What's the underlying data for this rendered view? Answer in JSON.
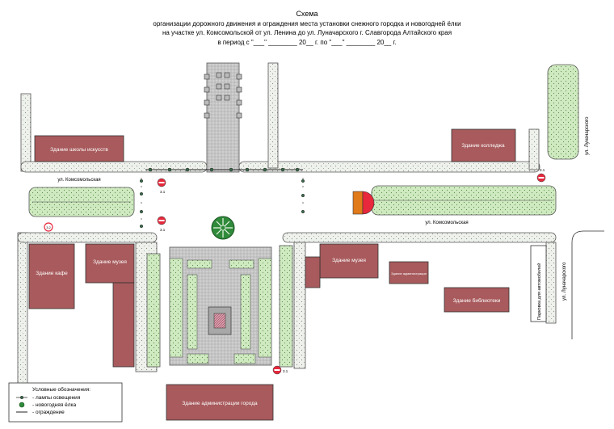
{
  "title": {
    "line1": "Схема",
    "line2": "организации дорожного движения и ограждения места установки снежного городка и новогодней ёлки",
    "line3": "на участке ул. Комсомольской от ул. Ленина до ул. Луначарского г. Славгорода Алтайского края",
    "line4": "в период с \"___\" ________ 20__ г. по \"___\" ________ 20__ г."
  },
  "buildings": {
    "art_school": "Здание школы искусств",
    "college": "Здание колледжа",
    "cafe": "Здание кафе",
    "museum_left": "Здание музея",
    "museum_right": "Здание музея",
    "admin_small": "Здание администрации",
    "library": "Здание библиотеки",
    "city_admin": "Здание администрации города"
  },
  "streets": {
    "komsomolskaya_top": "ул. Комсомольская",
    "komsomolskaya_bottom": "ул. Комсомольская",
    "lunacharskogo_top": "ул. Луначарского",
    "lunacharskogo_bottom": "ул. Луначарского",
    "parking": "Парковка для автомобилей"
  },
  "signs": {
    "sign_3_1": "3.1",
    "sign_3_2": "3.2"
  },
  "legend": {
    "title": "Условные обозначения:",
    "lamps": "- лампы освещения",
    "tree": "- новогодняя ёлка",
    "fence": "- ограждение"
  },
  "colors": {
    "building": "#a85a5c",
    "green": "#c9e8b8",
    "sidewalk": "#e8ece6",
    "paving": "#c8c8c8",
    "sign_red": "#e8283c"
  }
}
